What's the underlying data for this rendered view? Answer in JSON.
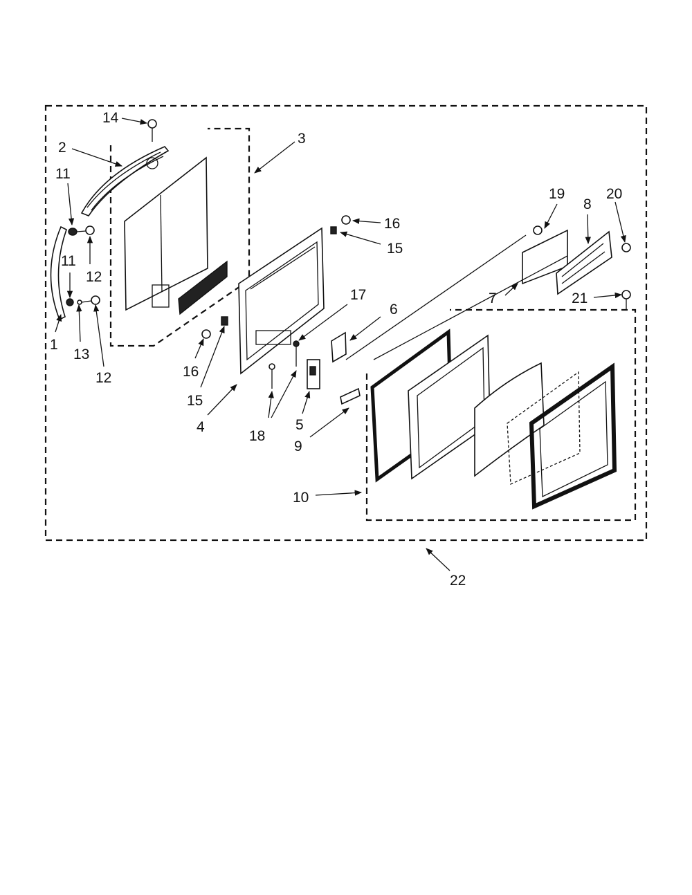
{
  "labels": {
    "l1": "1",
    "l2": "2",
    "l3": "3",
    "l4": "4",
    "l5": "5",
    "l6": "6",
    "l7": "7",
    "l8": "8",
    "l9": "9",
    "l10": "10",
    "l11a": "11",
    "l11b": "11",
    "l12a": "12",
    "l12b": "12",
    "l13": "13",
    "l14": "14",
    "l15a": "15",
    "l15b": "15",
    "l16a": "16",
    "l16b": "16",
    "l17": "17",
    "l18": "18",
    "l19": "19",
    "l20": "20",
    "l21": "21",
    "l22": "22"
  }
}
